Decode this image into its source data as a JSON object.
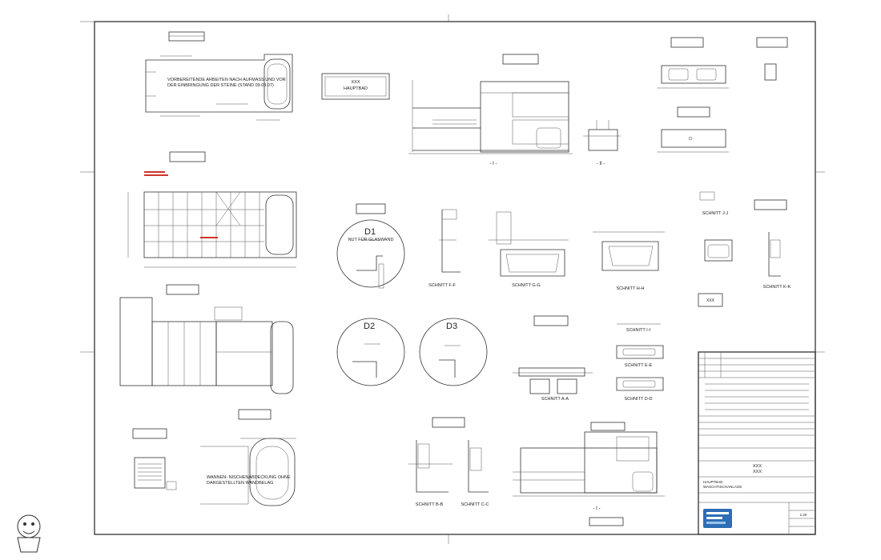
{
  "sheet": {
    "main_label": "XXX",
    "main_title": "HAUPTBAD",
    "tag": "XXX"
  },
  "notes": {
    "preparation": [
      "VORBEREITENDE ARBEITEN NACH AUFMASS UND VOR",
      "DER EINBRINGUNG DER STEINE (STAND 09.03.07)"
    ],
    "tub_cover": [
      "WANNEN- NISCHENABDECKUNG OHNE",
      "DARGESTELLTEN WANDBELAG"
    ]
  },
  "details": {
    "d1": "D1",
    "d1_caption": "NUT FÜR GLASWAND",
    "d2": "D2",
    "d3": "D3"
  },
  "sections": {
    "ff": "SCHNITT F-F",
    "gg": "SCHNITT G-G",
    "hh": "SCHNITT H-H",
    "jj": "SCHNITT J-J",
    "kk": "SCHNITT K-K",
    "ii": "SCHNITT I-I",
    "ee": "SCHNITT E-E",
    "dd": "SCHNITT D-D",
    "aa": "SCHNITT A-A",
    "bb": "SCHNITT B-B",
    "cc": "SCHNITT C-C",
    "view_1": "- I -",
    "view_2": "- II -",
    "view_1b": "- I -"
  },
  "title_block": {
    "project_lines": [
      "XXX",
      "XXX"
    ],
    "object_label": "HAUPTBAD",
    "object_sub": "WASCHTISCHANLAGE",
    "scale": "1:20"
  },
  "colors": {
    "line": "#333333",
    "accent_red": "#d0342c",
    "logo_blue": "#2d6db5"
  }
}
